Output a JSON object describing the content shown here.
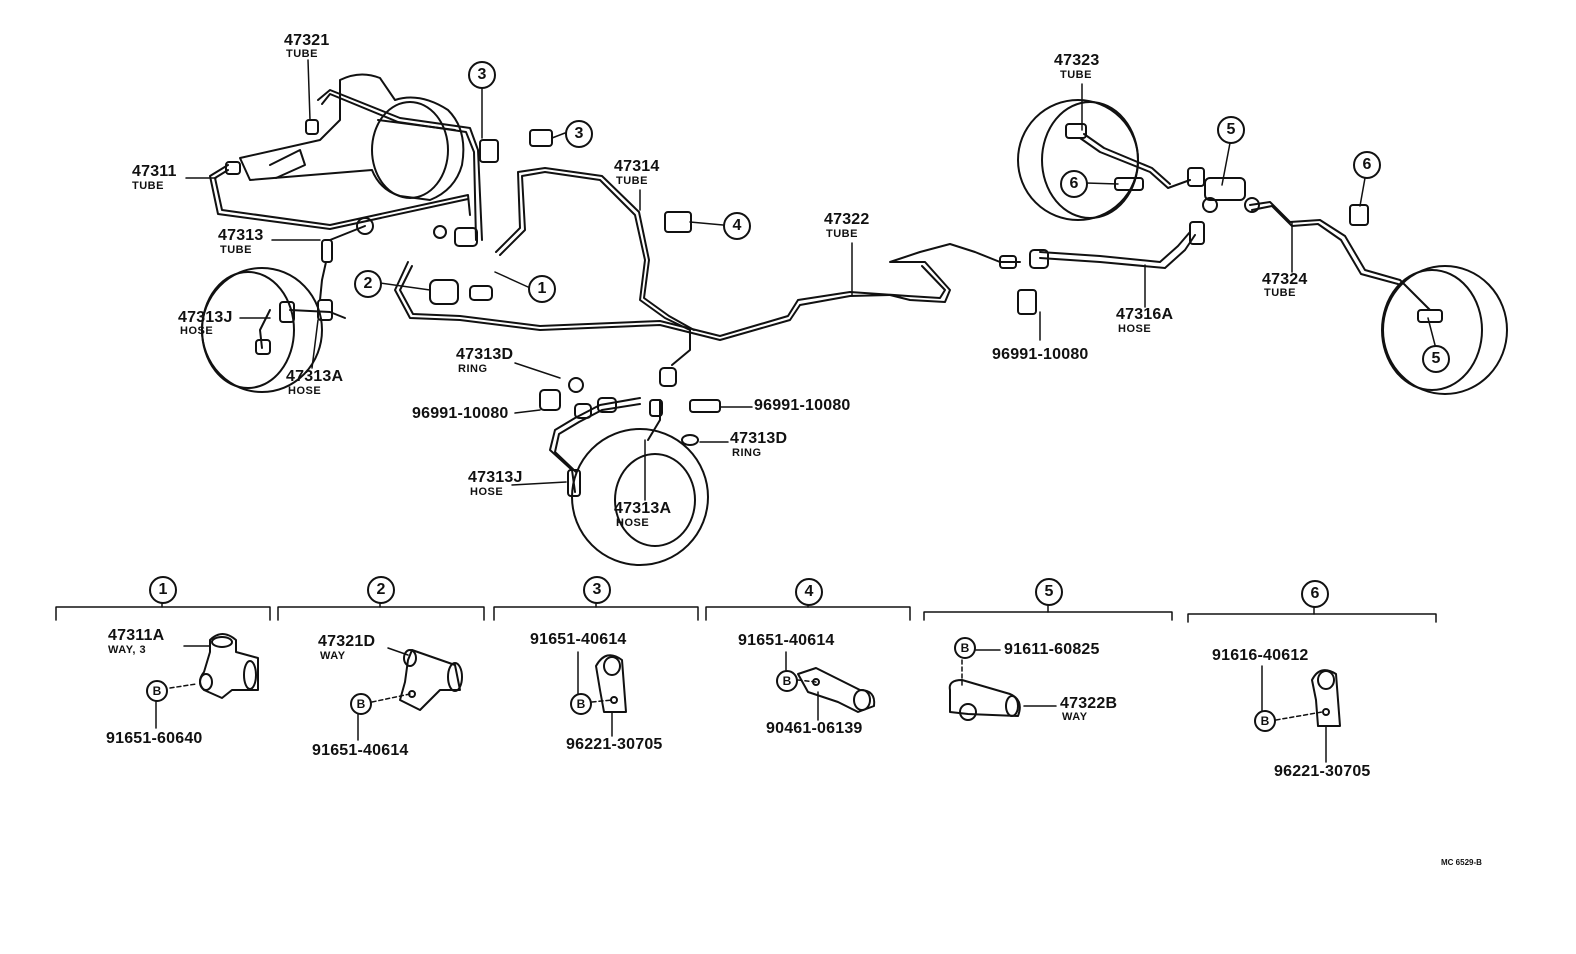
{
  "callout_marker": "B",
  "drawing_code": "MC 6529-B",
  "main_diagram": {
    "tube_47321": {
      "number": "47321",
      "type": "TUBE"
    },
    "tube_47311": {
      "number": "47311",
      "type": "TUBE"
    },
    "tube_47313": {
      "number": "47313",
      "type": "TUBE"
    },
    "hose_47313J_front_left": {
      "number": "47313J",
      "type": "HOSE"
    },
    "hose_47313A_front_left": {
      "number": "47313A",
      "type": "HOSE"
    },
    "ring_47313D_left": {
      "number": "47313D",
      "type": "RING"
    },
    "clip_96991_left": {
      "number": "96991-10080"
    },
    "hose_47313J_front_right": {
      "number": "47313J",
      "type": "HOSE"
    },
    "hose_47313A_front_right": {
      "number": "47313A",
      "type": "HOSE"
    },
    "clip_96991_center": {
      "number": "96991-10080"
    },
    "ring_47313D_right": {
      "number": "47313D",
      "type": "RING"
    },
    "tube_47314": {
      "number": "47314",
      "type": "TUBE"
    },
    "tube_47322": {
      "number": "47322",
      "type": "TUBE"
    },
    "clip_96991_right": {
      "number": "96991-10080"
    },
    "hose_47316A": {
      "number": "47316A",
      "type": "HOSE"
    },
    "tube_47323": {
      "number": "47323",
      "type": "TUBE"
    },
    "tube_47324": {
      "number": "47324",
      "type": "TUBE"
    },
    "callouts": [
      "3",
      "3",
      "4",
      "2",
      "1",
      "5",
      "6",
      "6",
      "5"
    ]
  },
  "detail_groups": [
    {
      "index": "1",
      "part_number": "47311A",
      "part_desc": "WAY, 3",
      "bolt": "91651-60640"
    },
    {
      "index": "2",
      "part_number": "47321D",
      "part_desc": "WAY",
      "bolt": "91651-40614"
    },
    {
      "index": "3",
      "bolt": "91651-40614",
      "clamp": "96221-30705"
    },
    {
      "index": "4",
      "bolt": "91651-40614",
      "clamp": "90461-06139"
    },
    {
      "index": "5",
      "bolt": "91611-60825",
      "part_number": "47322B",
      "part_desc": "WAY"
    },
    {
      "index": "6",
      "bolt": "91616-40612",
      "clamp": "96221-30705"
    }
  ]
}
